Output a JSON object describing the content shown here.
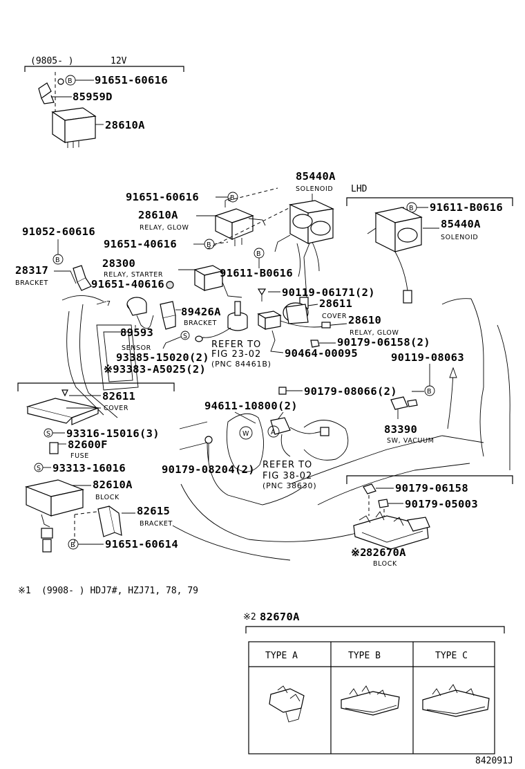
{
  "header": {
    "range": "(9805-      )",
    "voltage": "12V"
  },
  "labels": {
    "p_91651_60616_top": "91651-60616",
    "p_85959D": "85959D",
    "p_28610A_top": "28610A",
    "p_85440A_main": "85440A",
    "p_solenoid_main": "SOLENOID",
    "lhd": "LHD",
    "p_91611_B0616_lhd": "91611-B0616",
    "p_85440A_lhd": "85440A",
    "p_solenoid_lhd": "SOLENOID",
    "p_91651_60616_mid": "91651-60616",
    "p_28610A_mid": "28610A",
    "p_relay_glow": "RELAY, GLOW",
    "p_91052_60616": "91052-60616",
    "p_91651_40616_a": "91651-40616",
    "p_28300": "28300",
    "p_relay_starter": "RELAY, STARTER",
    "p_91611_B0616_mid": "91611-B0616",
    "p_28317": "28317",
    "p_bracket_28317": "BRACKET",
    "p_91651_40616_b": "91651-40616",
    "p_90119_06171": "90119-06171(2)",
    "p_28611": "28611",
    "p_cover_28611": "COVER",
    "p_89426A": "89426A",
    "p_bracket_89426A": "BRACKET",
    "p_89593": "89593",
    "p_sensor": "SENSOR",
    "p_28610": "28610",
    "p_relay_glow2": "RELAY, GLOW",
    "p_90179_06158_2": "90179-06158(2)",
    "p_refer_23": "REFER TO",
    "p_fig_23": "FIG 23-02",
    "p_pnc_84461B": "(PNC 84461B)",
    "p_93385": "93385-15020(2)",
    "p_93383": "※93383-A5025(2)",
    "p_90464": "90464-00095",
    "p_90119_08063": "90119-08063",
    "p_82611": "82611",
    "p_cover_82611": "COVER",
    "p_90179_08066": "90179-08066(2)",
    "p_94611": "94611-10800(2)",
    "p_93316": "93316-15016(3)",
    "p_82600F": "82600F",
    "p_fuse": "FUSE",
    "p_83390": "83390",
    "p_sw_vacuum": "SW, VACUUM",
    "p_93313": "93313-16016",
    "p_90179_08204": "90179-08204(2)",
    "p_refer_38": "REFER TO",
    "p_fig_38": "FIG 38-02",
    "p_pnc_38630": "(PNC 38630)",
    "p_82610A": "82610A",
    "p_block_82610A": "BLOCK",
    "p_90179_06158": "90179-06158",
    "p_90179_05003": "90179-05003",
    "p_82615": "82615",
    "p_bracket_82615": "BRACKET",
    "p_82670A": "82670A",
    "p_82670A_mark": "※2",
    "p_block_82670A": "BLOCK",
    "p_91651_60614": "91651-60614",
    "circle_B": "B",
    "circle_S": "S",
    "circle_W": "W",
    "circle_A": "A",
    "ref_arrow": "7"
  },
  "footnotes": {
    "note1_mark": "※1",
    "note1_text": "(9908-      ) HDJ7#, HZJ71, 78, 79",
    "note2_mark": "※2",
    "note2_part": "82670A"
  },
  "type_table": {
    "headers": [
      "TYPE  A",
      "TYPE  B",
      "TYPE  C"
    ]
  },
  "figure_id": "842091J"
}
